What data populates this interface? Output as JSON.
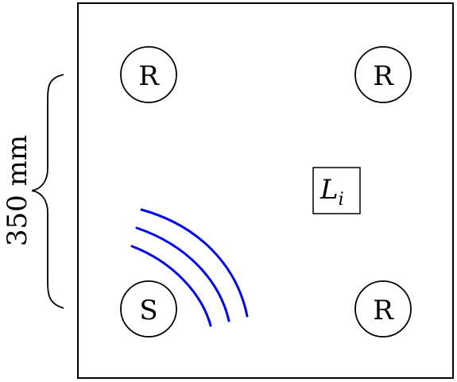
{
  "dimension": {
    "label": "350 mm"
  },
  "nodes": [
    {
      "id": "r1",
      "label": "R"
    },
    {
      "id": "r2",
      "label": "R"
    },
    {
      "id": "s",
      "label": "S"
    },
    {
      "id": "r3",
      "label": "R"
    }
  ],
  "location": {
    "label": "L",
    "subscript": "i"
  },
  "colors": {
    "waves": "#0000ee",
    "stroke": "#000000",
    "background": "#ffffff"
  },
  "waves": {
    "count": 3
  }
}
